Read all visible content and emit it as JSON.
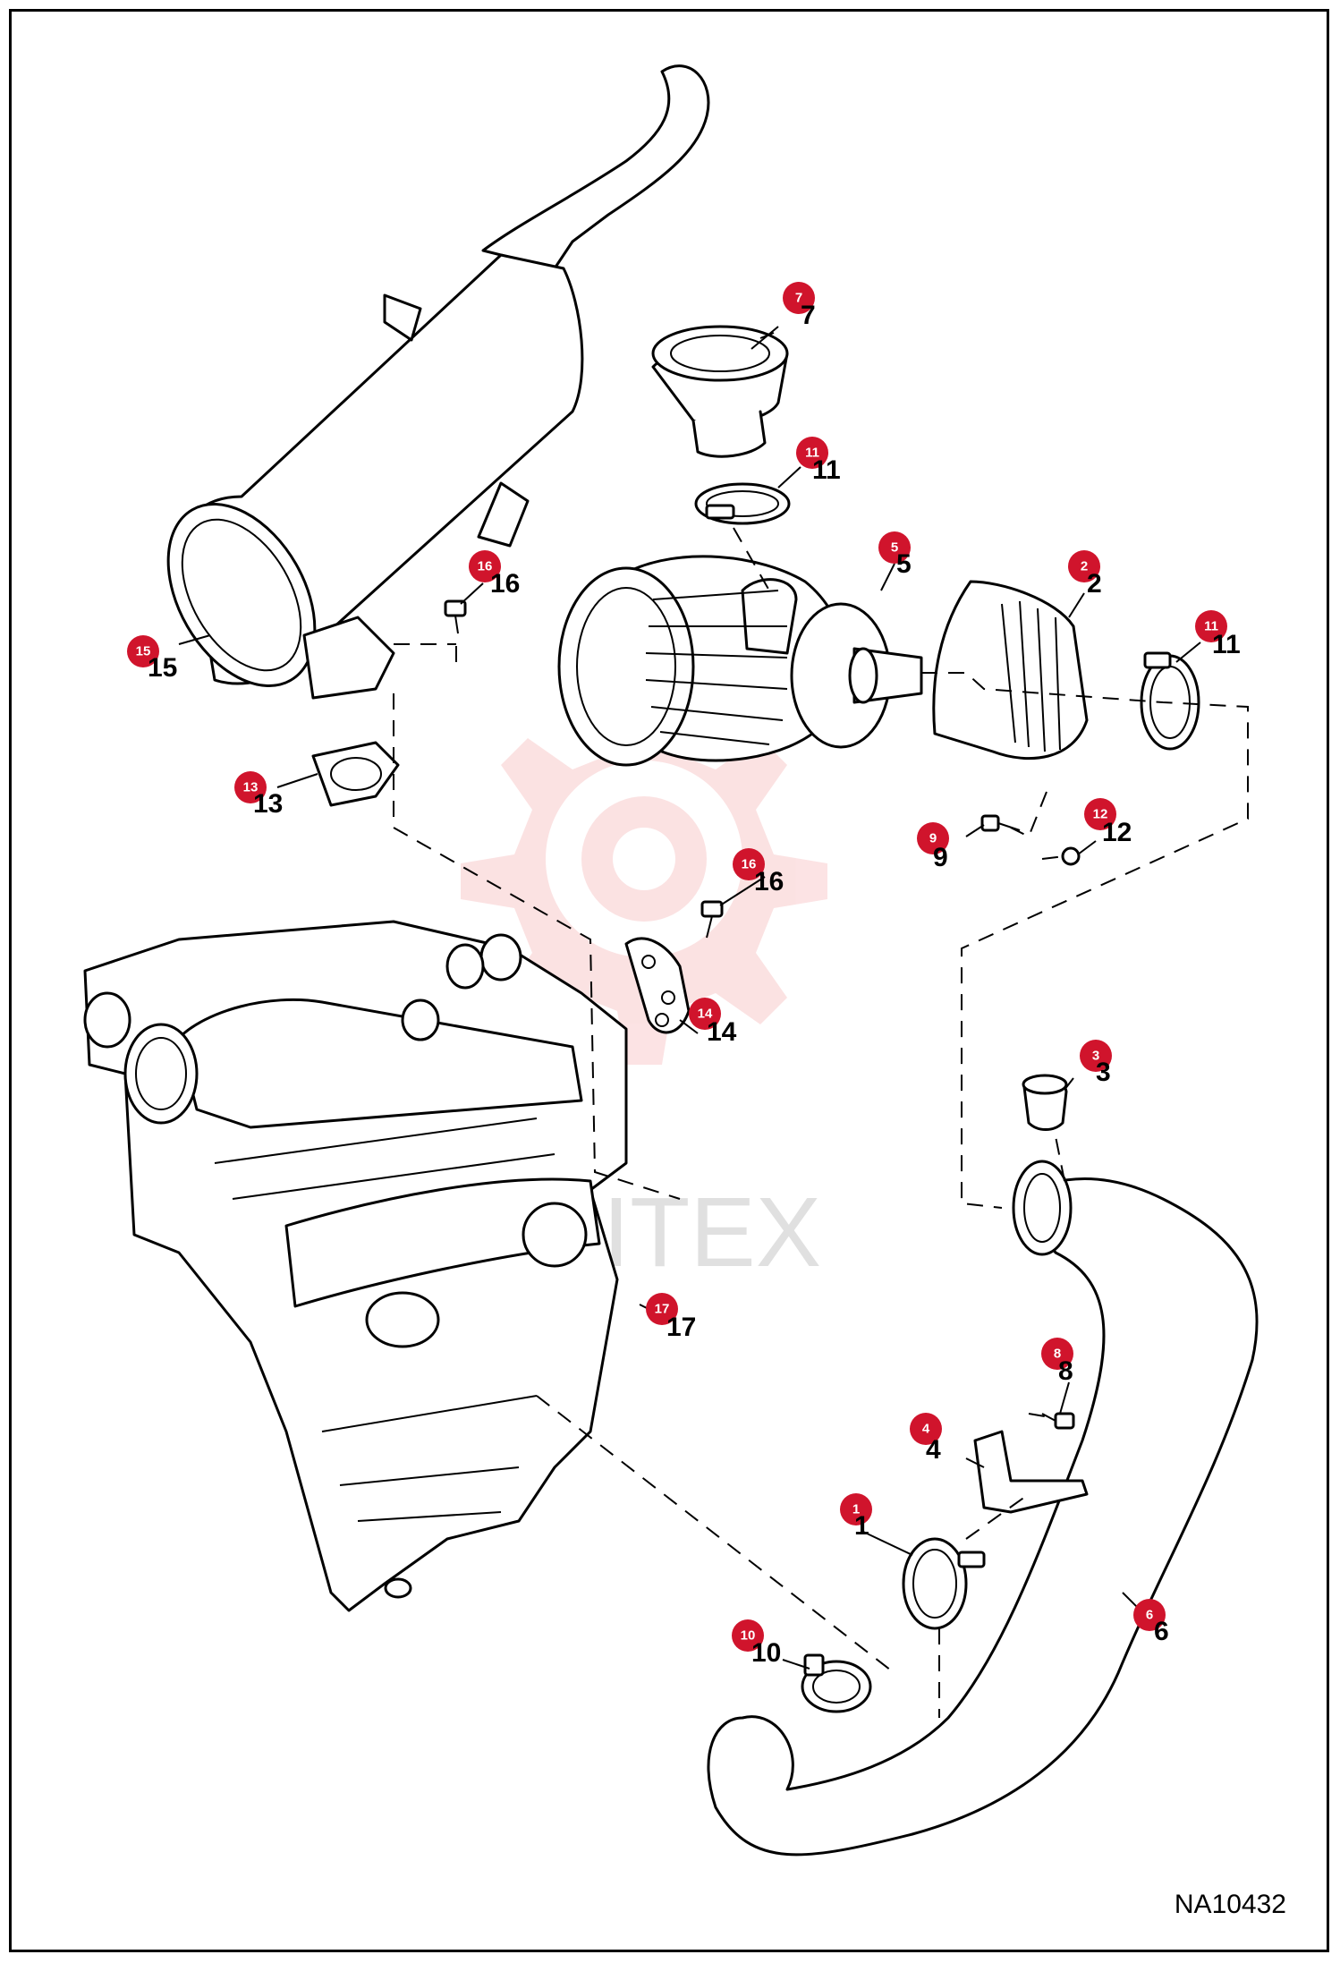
{
  "figure_id": "NA10432",
  "watermark_text": "MITEX",
  "callouts": [
    {
      "badge": "1",
      "label": "1"
    },
    {
      "badge": "2",
      "label": "2"
    },
    {
      "badge": "3",
      "label": "3"
    },
    {
      "badge": "4",
      "label": "4"
    },
    {
      "badge": "5",
      "label": "5"
    },
    {
      "badge": "6",
      "label": "6"
    },
    {
      "badge": "7",
      "label": "7"
    },
    {
      "badge": "8",
      "label": "8"
    },
    {
      "badge": "9",
      "label": "9"
    },
    {
      "badge": "10",
      "label": "10"
    },
    {
      "badge": "11",
      "label": "11"
    },
    {
      "badge": "11",
      "label": "11"
    },
    {
      "badge": "12",
      "label": "12"
    },
    {
      "badge": "13",
      "label": "13"
    },
    {
      "badge": "14",
      "label": "14"
    },
    {
      "badge": "15",
      "label": "15"
    },
    {
      "badge": "16",
      "label": "16"
    },
    {
      "badge": "16",
      "label": "16"
    },
    {
      "badge": "17",
      "label": "17"
    }
  ],
  "colors": {
    "callout": "#d0142c",
    "line": "#000000",
    "watermark": "#e8262c"
  }
}
